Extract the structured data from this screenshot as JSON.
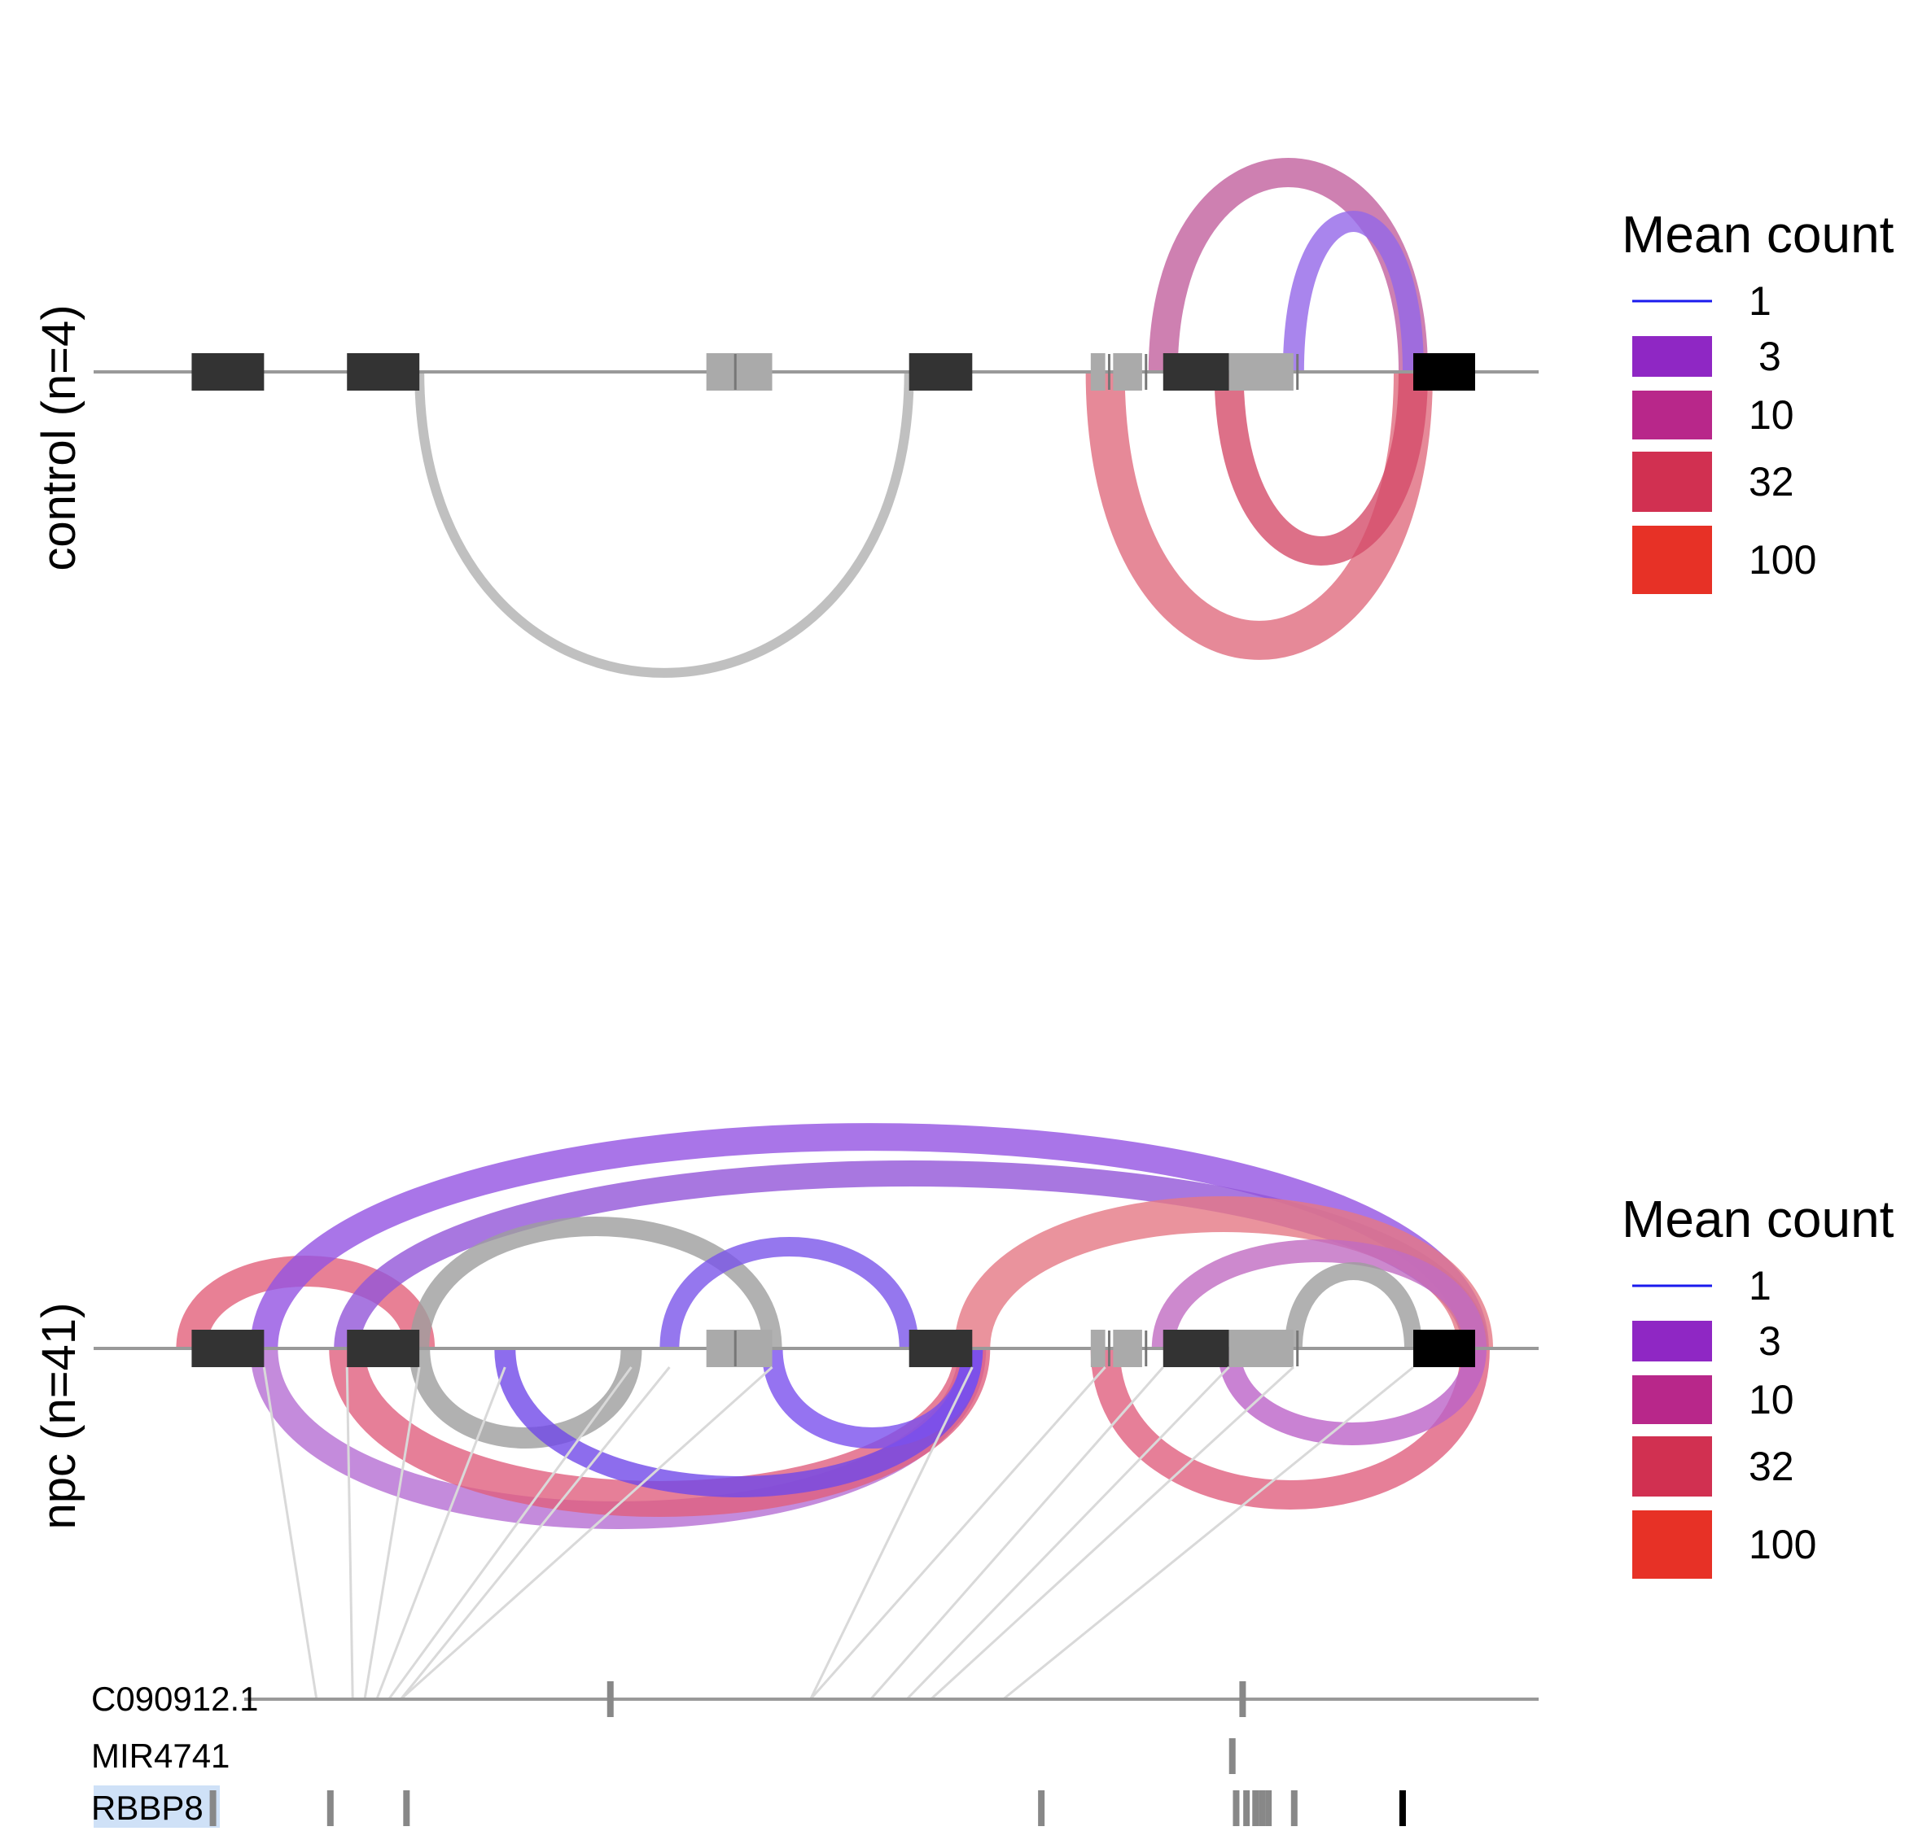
{
  "chart_data": {
    "type": "sashimi",
    "x_range": [
      0,
      1000
    ],
    "exons": [
      {
        "start": 25,
        "end": 80,
        "shade": "#333333"
      },
      {
        "start": 143,
        "end": 198,
        "shade": "#333333"
      },
      {
        "start": 416,
        "end": 466,
        "shade": "#aaaaaa"
      },
      {
        "start": 570,
        "end": 618,
        "shade": "#333333"
      },
      {
        "start": 708,
        "end": 719,
        "shade": "#aaaaaa"
      },
      {
        "start": 725,
        "end": 747,
        "shade": "#aaaaaa"
      },
      {
        "start": 763,
        "end": 813,
        "shade": "#333333"
      },
      {
        "start": 813,
        "end": 862,
        "shade": "#aaaaaa"
      },
      {
        "start": 953,
        "end": 1000,
        "shade": "#000000"
      }
    ],
    "panels": [
      {
        "label": "control (n=4)",
        "junctions": [
          {
            "start": 198,
            "end": 570,
            "side": "below",
            "count": 1,
            "color": "#b0b0b0",
            "depth": 370,
            "width": 12
          },
          {
            "start": 719,
            "end": 953,
            "side": "below",
            "count": 32,
            "color": "#e06b7e",
            "depth": 330,
            "width": 48
          },
          {
            "start": 813,
            "end": 953,
            "side": "below",
            "count": 32,
            "color": "#d44c6a",
            "depth": 220,
            "width": 36
          },
          {
            "start": 763,
            "end": 953,
            "side": "above",
            "count": 10,
            "color": "#c2609e",
            "depth": 245,
            "width": 36
          },
          {
            "start": 862,
            "end": 953,
            "side": "above",
            "count": 3,
            "color": "#9366e8",
            "depth": 185,
            "width": 26
          }
        ]
      },
      {
        "label": "npc (n=41)",
        "junctions": [
          {
            "start": 25,
            "end": 198,
            "side": "above",
            "count": 32,
            "color": "#e2607a",
            "depth": 95,
            "width": 38
          },
          {
            "start": 80,
            "end": 1000,
            "side": "above",
            "count": 3,
            "color": "#9452e2",
            "depth": 260,
            "width": 34
          },
          {
            "start": 143,
            "end": 1000,
            "side": "above",
            "count": 3,
            "color": "#9255d8",
            "depth": 215,
            "width": 32
          },
          {
            "start": 198,
            "end": 466,
            "side": "above",
            "count": 1,
            "color": "#9e9e9e",
            "depth": 150,
            "width": 24
          },
          {
            "start": 388,
            "end": 570,
            "side": "above",
            "count": 3,
            "color": "#7b55ea",
            "depth": 125,
            "width": 24
          },
          {
            "start": 618,
            "end": 1000,
            "side": "above",
            "count": 32,
            "color": "#e57884",
            "depth": 165,
            "width": 44
          },
          {
            "start": 763,
            "end": 1000,
            "side": "above",
            "count": 10,
            "color": "#c06cc2",
            "depth": 120,
            "width": 28
          },
          {
            "start": 862,
            "end": 953,
            "side": "above",
            "count": 1,
            "color": "#9e9e9e",
            "depth": 95,
            "width": 22
          },
          {
            "start": 80,
            "end": 618,
            "side": "below",
            "count": 10,
            "color": "#b56ed3",
            "depth": 205,
            "width": 34
          },
          {
            "start": 143,
            "end": 618,
            "side": "below",
            "count": 32,
            "color": "#e05f7e",
            "depth": 185,
            "width": 44
          },
          {
            "start": 198,
            "end": 359,
            "side": "below",
            "count": 1,
            "color": "#9e9e9e",
            "depth": 110,
            "width": 26
          },
          {
            "start": 263,
            "end": 618,
            "side": "below",
            "count": 3,
            "color": "#7048e8",
            "depth": 170,
            "width": 26
          },
          {
            "start": 466,
            "end": 618,
            "side": "below",
            "count": 3,
            "color": "#7b50ee",
            "depth": 110,
            "width": 26
          },
          {
            "start": 719,
            "end": 1000,
            "side": "below",
            "count": 32,
            "color": "#e05f7e",
            "depth": 180,
            "width": 36
          },
          {
            "start": 813,
            "end": 1000,
            "side": "below",
            "count": 10,
            "color": "#bb63c8",
            "depth": 105,
            "width": 28
          }
        ]
      }
    ],
    "legend": {
      "title": "Mean count",
      "items": [
        {
          "label": "1",
          "color": "#1a1aee",
          "kind": "line"
        },
        {
          "label": "3",
          "color": "#8f27c4",
          "kind": "box"
        },
        {
          "label": "10",
          "color": "#b8278a",
          "kind": "box"
        },
        {
          "label": "32",
          "color": "#d13051",
          "kind": "box"
        },
        {
          "label": "100",
          "color": "#e73126",
          "kind": "box"
        }
      ]
    },
    "genes": [
      {
        "name": "AC090912.1",
        "display": "C090912.1",
        "exons": [
          350,
          840
        ],
        "highlight": false
      },
      {
        "name": "MIR4741",
        "display": "MIR4741",
        "exons": [
          832
        ],
        "highlight": false
      },
      {
        "name": "RBBP8",
        "display": "RBBP8",
        "exons": [
          42,
          133,
          192,
          684,
          835,
          843,
          850,
          855,
          860,
          880,
          964
        ],
        "highlight": true
      }
    ]
  }
}
